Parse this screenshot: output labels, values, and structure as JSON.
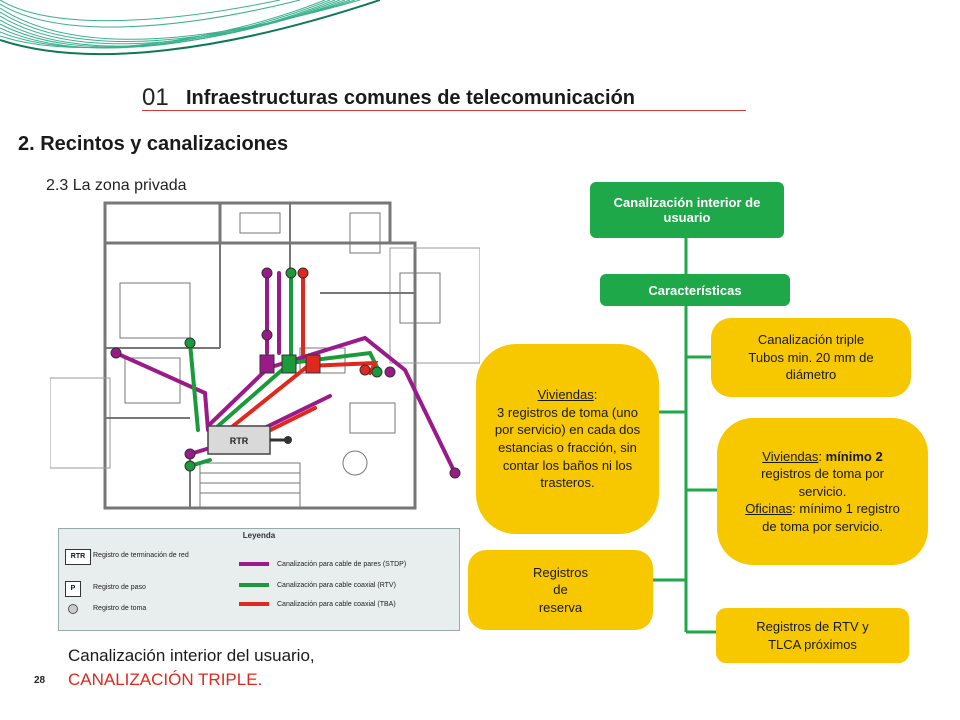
{
  "header": {
    "chapter_number": "01",
    "chapter_title": "Infraestructuras comunes de telecomunicación",
    "section_title": "2. Recintos y canalizaciones",
    "subsection_title": "2.3 La zona privada"
  },
  "floor_plan": {
    "rtr_label": "RTR"
  },
  "legend": {
    "title": "Leyenda",
    "items": [
      {
        "code": "RTR",
        "text": "Registro de terminación de red"
      },
      {
        "code": "P",
        "text": "Registro de paso"
      },
      {
        "code": "",
        "text": "Registro de toma"
      }
    ],
    "lines": [
      {
        "text": "Canalización para cable de pares (STDP)",
        "color": "#9b1a8a"
      },
      {
        "text": "Canalización para cable coaxial (RTV)",
        "color": "#1a9a3a"
      },
      {
        "text": "Canalización para cable coaxial (TBA)",
        "color": "#e0281e"
      }
    ]
  },
  "caption": {
    "line1": "Canalización interior del usuario,",
    "line2": "CANALIZACIÓN TRIPLE."
  },
  "page_number": "28",
  "diagram": {
    "root": "Canalización interior de usuario",
    "characteristics": "Características",
    "left_box_1": {
      "title": "Viviendas",
      "colon": ":",
      "body": "3 registros de toma (uno por servicio) en cada dos estancias o fracción, sin contar los baños ni los trasteros."
    },
    "left_box_2": {
      "line1": "Registros",
      "line2": "de",
      "line3": "reserva"
    },
    "right_box_1": {
      "line1": "Canalización triple",
      "line2": "Tubos min. 20 mm de diámetro"
    },
    "right_box_2": {
      "viviendas_label": "Viviendas",
      "viviendas_bold": "mínimo 2",
      "viviendas_rest": "registros de toma por servicio.",
      "oficinas_label": "Oficinas",
      "oficinas_rest": "mínimo 1 registro de toma por servicio."
    },
    "right_box_3": {
      "line1": "Registros de RTV y",
      "line2": "TLCA próximos"
    }
  },
  "colors": {
    "green": "#1ea84a",
    "yellow": "#f7c800",
    "purple": "#9b1a8a",
    "red": "#e0281e",
    "teal_deco": "#1aa37a"
  }
}
